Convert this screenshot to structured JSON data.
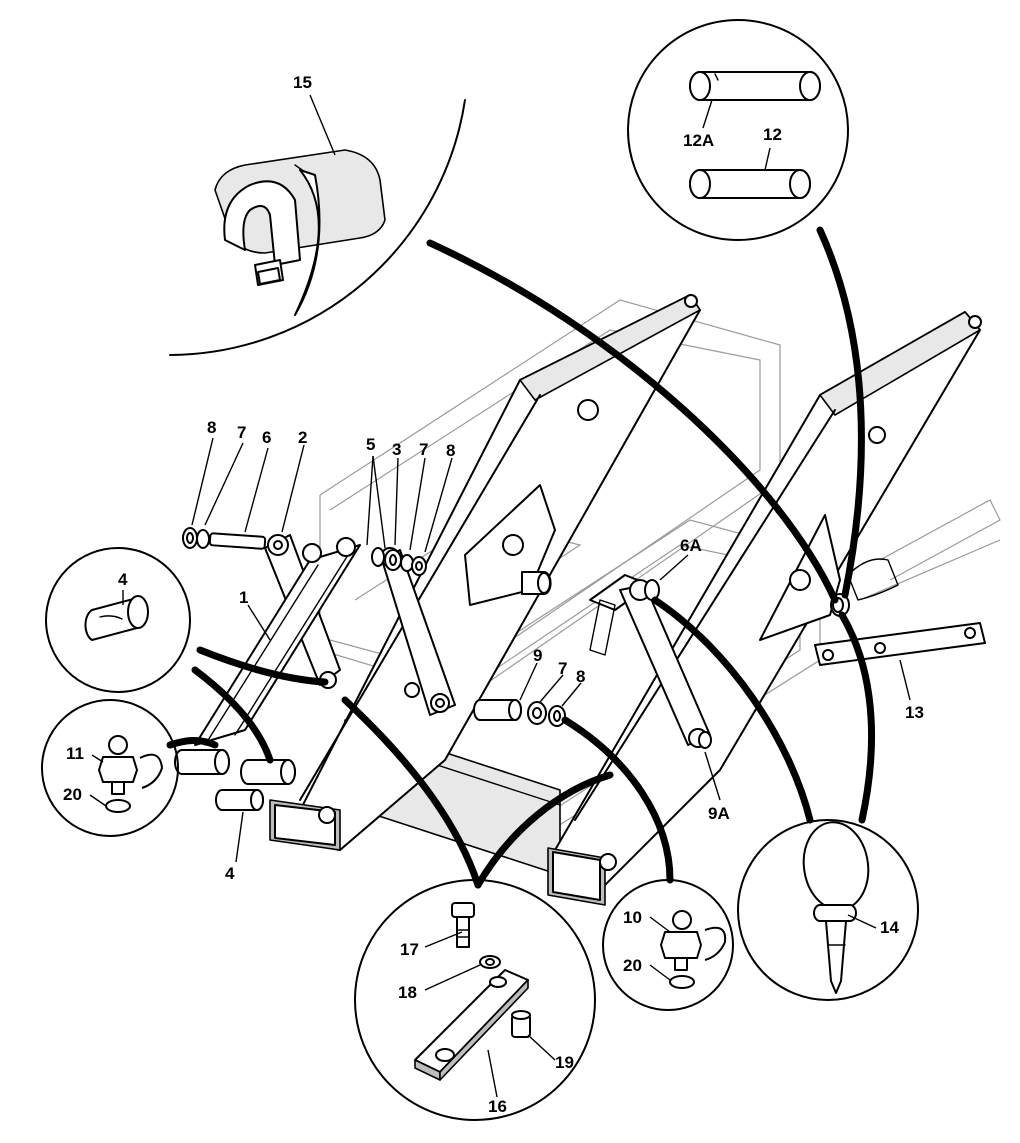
{
  "labels": {
    "l15": "15",
    "l12a": "12A",
    "l12": "12",
    "l8a": "8",
    "l7a": "7",
    "l6": "6",
    "l2": "2",
    "l5": "5",
    "l3": "3",
    "l7b": "7",
    "l8b": "8",
    "l1": "1",
    "l4a": "4",
    "l6a": "6A",
    "l9": "9",
    "l7c": "7",
    "l8c": "8",
    "l11": "11",
    "l20a": "20",
    "l4b": "4",
    "l13": "13",
    "l9a": "9A",
    "l17": "17",
    "l18": "18",
    "l19": "19",
    "l16": "16",
    "l10": "10",
    "l20b": "20",
    "l14": "14"
  }
}
